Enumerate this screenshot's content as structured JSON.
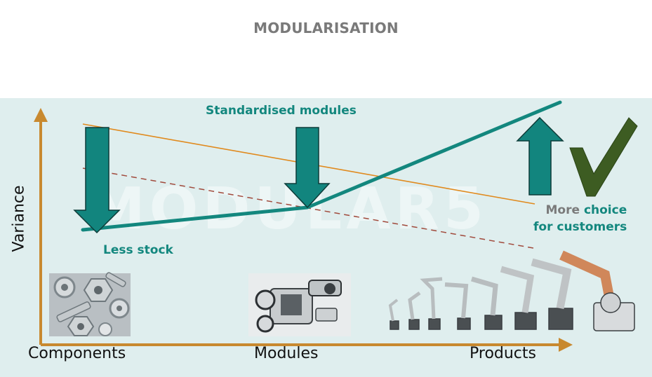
{
  "title": "MODULARISATION",
  "labels": {
    "standardised": "Standardised modules",
    "less_stock": "Less stock",
    "more": "More",
    "choice": "choice",
    "for_customers": "for customers",
    "variance": "Variance"
  },
  "watermark": "MODULAR5",
  "x_axis": [
    "Components",
    "Modules",
    "Products"
  ],
  "colors": {
    "teal": "#13877e",
    "orange": "#e08a1e",
    "axis": "#c8892f",
    "dashed": "#a14a3c",
    "check": "#3d5c22",
    "panel": "#dfeeee"
  },
  "icons": [
    "down-arrow-icon",
    "up-arrow-icon",
    "check-mark-icon"
  ]
}
